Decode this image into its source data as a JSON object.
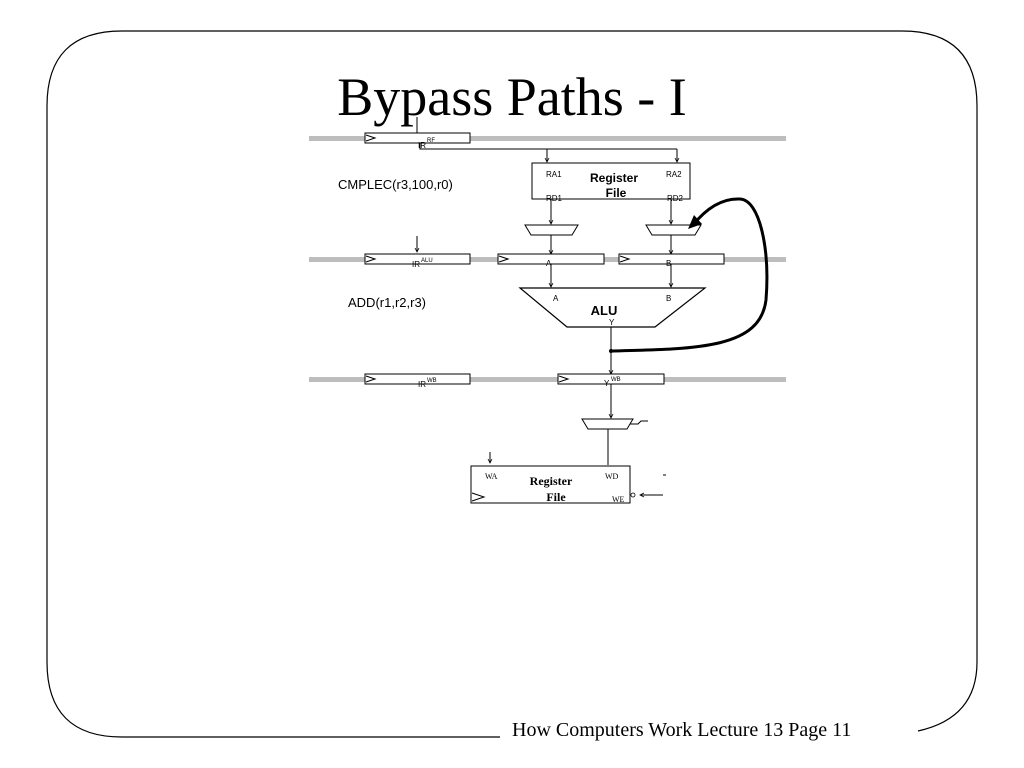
{
  "slide": {
    "title": "Bypass Paths - I",
    "footer": "How Computers Work Lecture 13 Page 11"
  },
  "instructions": {
    "rf_stage": "CMPLEC(r3,100,r0)",
    "alu_stage": "ADD(r1,r2,r3)"
  },
  "pipeline_registers": {
    "ir_rf": {
      "base": "IR",
      "sup": "RF"
    },
    "ir_alu": {
      "base": "IR",
      "sup": "ALU"
    },
    "a": "A",
    "b": "B",
    "ir_wb": {
      "base": "IR",
      "sup": "WB"
    },
    "y_wb": {
      "base": "Y",
      "sup": "WB"
    }
  },
  "register_file_read": {
    "label_line1": "Register",
    "label_line2": "File",
    "ra1": "RA1",
    "ra2": "RA2",
    "rd1": "RD1",
    "rd2": "RD2"
  },
  "alu": {
    "label": "ALU",
    "in_a": "A",
    "in_b": "B",
    "out_y": "Y"
  },
  "register_file_write": {
    "label_line1": "Register",
    "label_line2": "File",
    "wa": "WA",
    "wd": "WD",
    "we": "WE"
  },
  "colors": {
    "stage_bar": "#bdbdbd",
    "ink": "#000000"
  }
}
